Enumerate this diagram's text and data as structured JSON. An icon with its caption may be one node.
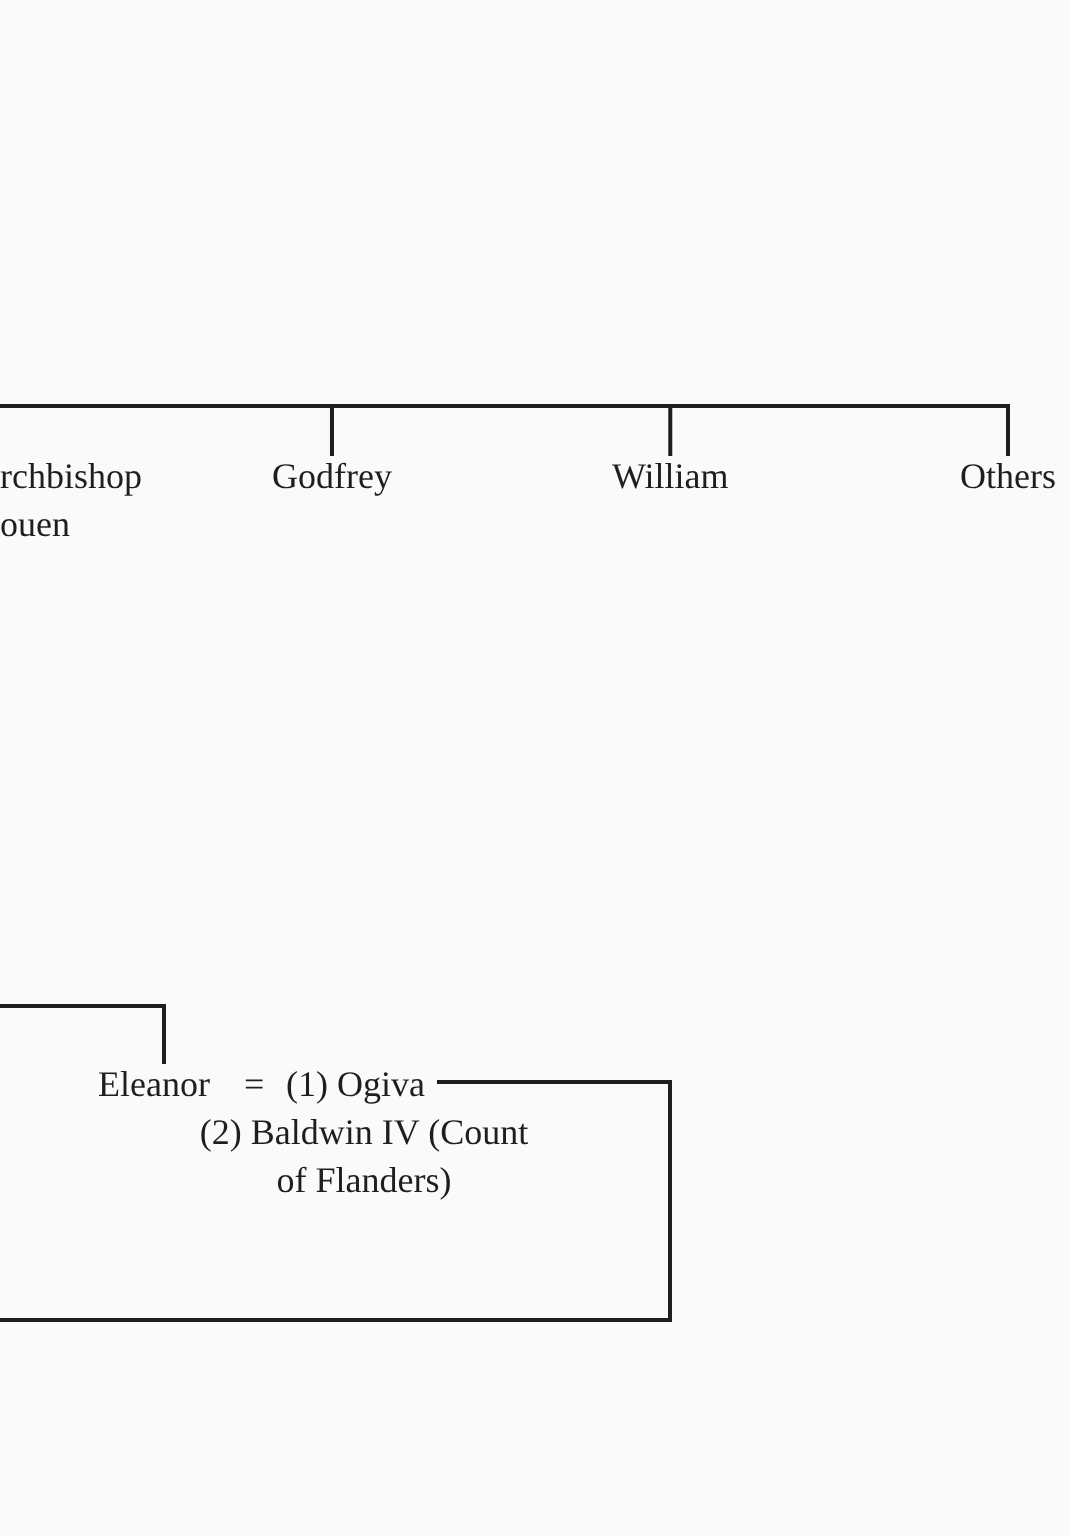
{
  "diagram": {
    "nodes": [
      {
        "text": [
          "rchbishop ouen"
        ]
      },
      {
        "text": [
          "Godfrey"
        ]
      },
      {
        "text": [
          "William"
        ]
      },
      {
        "text": [
          "Others"
        ]
      },
      {
        "text": [
          "Eleanor"
        ]
      },
      {
        "text": [
          "(1) Ogiva"
        ]
      },
      {
        "text": [
          "(2) Baldwin IV (Count of Flanders)"
        ]
      }
    ],
    "edges": [
      {
        "from": null,
        "to": 1,
        "arrow": "none"
      },
      {
        "from": null,
        "to": 2,
        "arrow": "none"
      },
      {
        "from": null,
        "to": 3,
        "arrow": "none"
      },
      {
        "from": null,
        "to": 4,
        "arrow": "none"
      },
      {
        "from": 5,
        "to": null,
        "arrow": "none"
      }
    ],
    "labels": [
      "="
    ]
  }
}
